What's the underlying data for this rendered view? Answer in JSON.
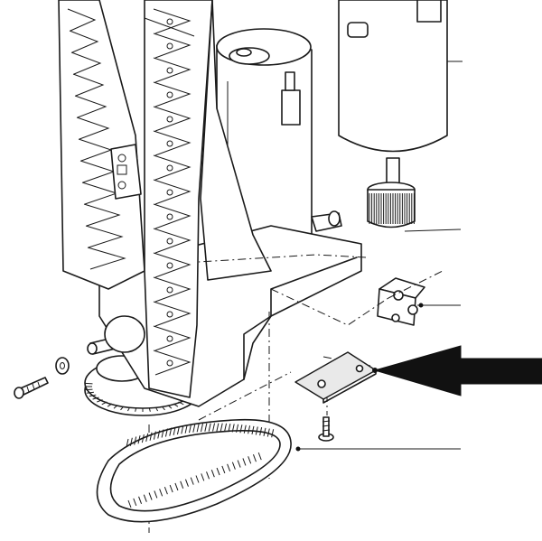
{
  "diagram": {
    "parts": [
      "frame-tower",
      "motor",
      "upper-motor-cylinder",
      "toothed-pulley",
      "micro-switch",
      "mounting-plate",
      "toothed-belt",
      "large-gear",
      "screw",
      "washer",
      "small-screw"
    ],
    "highlighted_part": "mounting-plate",
    "colors": {
      "line": "#1a1a1a",
      "arrow": "#111111",
      "background": "#ffffff"
    }
  }
}
